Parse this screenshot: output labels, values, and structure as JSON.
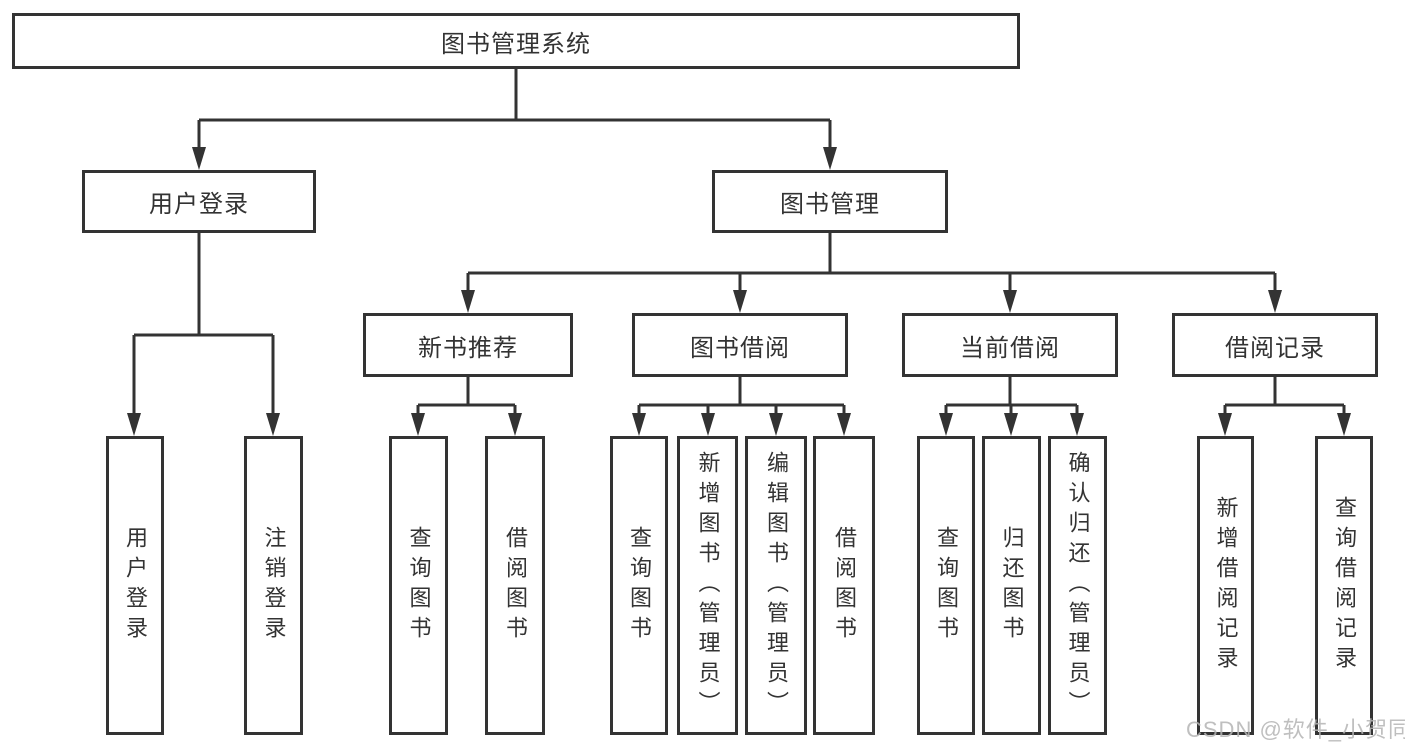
{
  "diagram": {
    "title": "图书管理系统",
    "tree": {
      "root": {
        "label": "图书管理系统"
      },
      "branches": [
        {
          "label": "用户登录",
          "children": [
            {
              "label": "用户登录"
            },
            {
              "label": "注销登录"
            }
          ]
        },
        {
          "label": "图书管理",
          "children": [
            {
              "label": "新书推荐",
              "children": [
                {
                  "label": "查询图书"
                },
                {
                  "label": "借阅图书"
                }
              ]
            },
            {
              "label": "图书借阅",
              "children": [
                {
                  "label": "查询图书"
                },
                {
                  "label": "新增图书（管理员）"
                },
                {
                  "label": "编辑图书（管理员）"
                },
                {
                  "label": "借阅图书"
                }
              ]
            },
            {
              "label": "当前借阅",
              "children": [
                {
                  "label": "查询图书"
                },
                {
                  "label": "归还图书"
                },
                {
                  "label": "确认归还（管理员）"
                }
              ]
            },
            {
              "label": "借阅记录",
              "children": [
                {
                  "label": "新增借阅记录"
                },
                {
                  "label": "查询借阅记录"
                }
              ]
            }
          ]
        }
      ]
    },
    "colors": {
      "line": "#333333",
      "text": "#333333",
      "box_background": "#ffffff",
      "watermark": "#b5b5b5",
      "background": "#ffffff"
    }
  },
  "watermark": {
    "text": "CSDN @软件_小贺同学"
  }
}
